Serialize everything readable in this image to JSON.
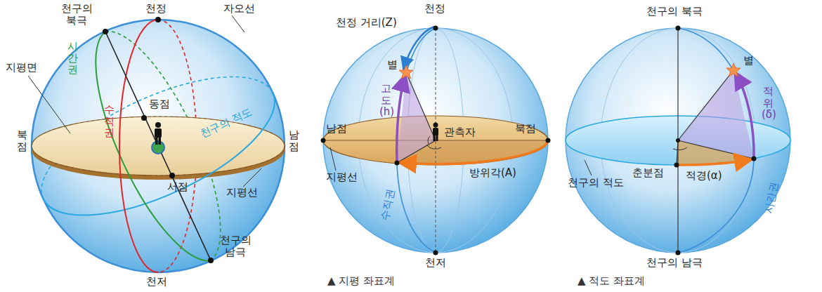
{
  "diagram": {
    "labels": [
      "천구의 북극",
      "천정",
      "자오선",
      "시간권",
      "지평면",
      "동점",
      "수직권",
      "북점",
      "천구의 적도",
      "남점",
      "서점",
      "지평선",
      "천구의 남극",
      "천저",
      "천정 거리(Z)",
      "천정",
      "별",
      "남점",
      "고도(h)",
      "관측자",
      "북점",
      "지평선",
      "수직권",
      "방위각(A)",
      "천저",
      "▲ 지평 좌표계",
      "천구의 북극",
      "별",
      "적위(δ)",
      "춘분점",
      "천구의 적도",
      "적경(α)",
      "시간권",
      "천구의 남극",
      "▲ 적도 좌표계"
    ]
  }
}
